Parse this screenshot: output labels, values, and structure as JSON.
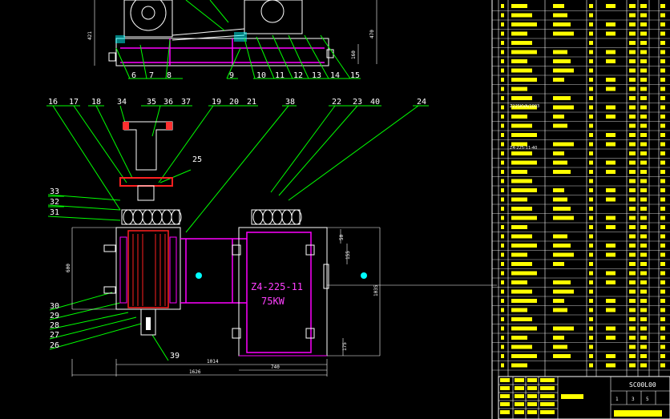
{
  "top_view": {
    "balloons": [
      "6",
      "7",
      "8",
      "9",
      "10",
      "11",
      "12",
      "13",
      "14",
      "15"
    ],
    "dims": [
      "421",
      "470",
      "160"
    ]
  },
  "front_view": {
    "balloons_top": [
      "16",
      "17",
      "18",
      "34",
      "35",
      "36",
      "37",
      "19",
      "20",
      "21",
      "38",
      "22",
      "23",
      "40",
      "24"
    ],
    "balloons_left": [
      "33",
      "32",
      "31",
      "30",
      "29",
      "28",
      "27",
      "26"
    ],
    "balloon_25": "25",
    "balloon_39": "39",
    "motor_model": "Z4-225-11",
    "motor_power": "75KW",
    "dims": {
      "d_600": "600",
      "d_1035": "1035",
      "d_1014": "1014",
      "d_1626": "1626",
      "d_740": "740",
      "d_175": "175",
      "d_50": "50",
      "d_155": "155"
    }
  },
  "bom": {
    "visible_texts": [
      "Z225KVA/1003",
      "Z4-225-11-40"
    ]
  },
  "title_block": {
    "drawing_no": "SC00L00",
    "cells": [
      "1",
      "3",
      "5"
    ]
  },
  "colors": {
    "background": "#000000",
    "frame": "#ffffff",
    "leader": "#00ff00",
    "magenta": "#ff00ff",
    "yellow": "#ffff00",
    "cyan": "#00ffff",
    "red": "#ff2020"
  }
}
